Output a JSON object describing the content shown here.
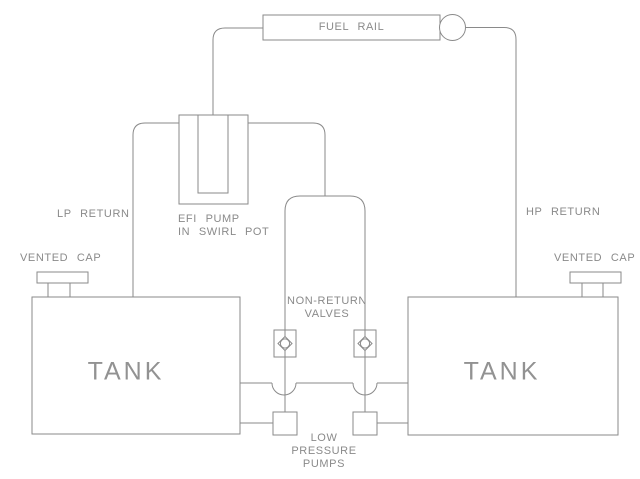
{
  "colors": {
    "line": "#8a8a8a",
    "text": "#8a8a8a",
    "background": "#ffffff"
  },
  "fuel_rail": {
    "label": "FUEL RAIL"
  },
  "returns": {
    "lp_label": "LP RETURN",
    "hp_label": "HP RETURN"
  },
  "swirl_pot": {
    "label_line1": "EFI PUMP",
    "label_line2": "IN SWIRL POT"
  },
  "left_tank": {
    "label": "TANK",
    "cap_label": "VENTED CAP"
  },
  "right_tank": {
    "label": "TANK",
    "cap_label": "VENTED CAP"
  },
  "non_return_valves": {
    "label_line1": "NON-RETURN",
    "label_line2": "VALVES"
  },
  "low_pressure_pumps": {
    "label_line1": "LOW",
    "label_line2": "PRESSURE",
    "label_line3": "PUMPS"
  }
}
